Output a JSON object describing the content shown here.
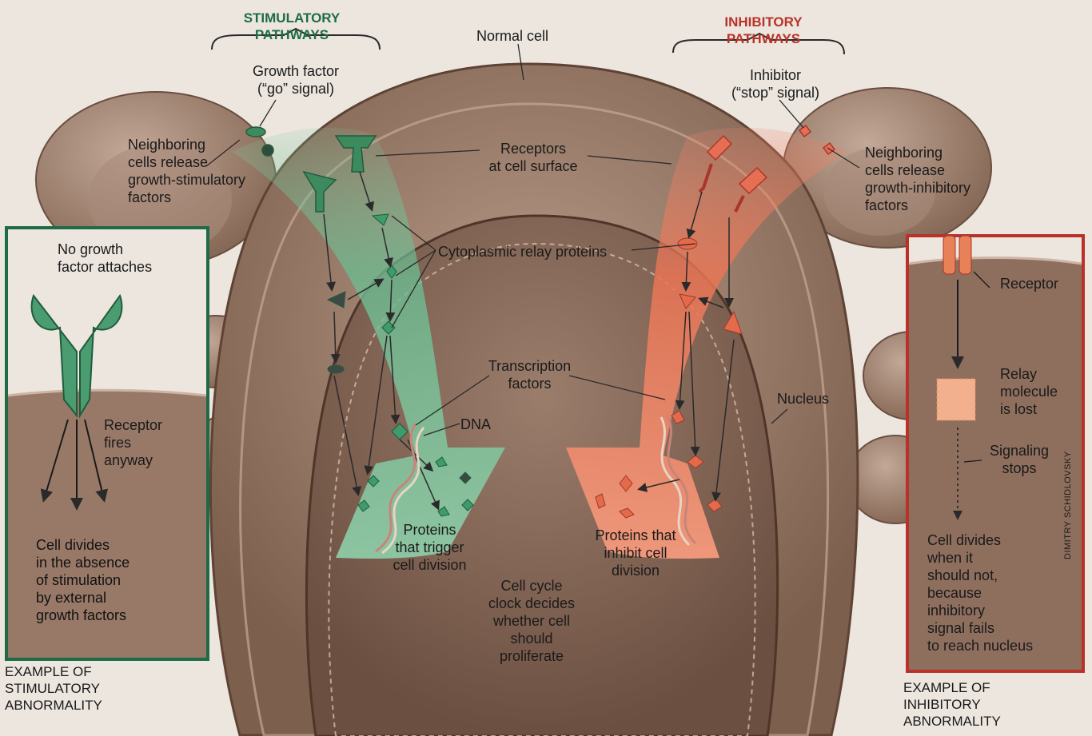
{
  "headings": {
    "stimulatory": "STIMULATORY\nPATHWAYS",
    "inhibitory": "INHIBITORY\nPATHWAYS"
  },
  "labels": {
    "normal_cell": "Normal cell",
    "growth_factor": "Growth factor\n(“go” signal)",
    "inhibitor": "Inhibitor\n(“stop” signal)",
    "neighboring_stim": "Neighboring\ncells release\ngrowth-stimulatory\nfactors",
    "neighboring_inhib": "Neighboring\ncells release\ngrowth-inhibitory\nfactors",
    "receptors_surface": "Receptors\nat cell surface",
    "relay_proteins": "Cytoplasmic relay proteins",
    "transcription_factors": "Transcription\nfactors",
    "dna": "DNA",
    "nucleus": "Nucleus",
    "proteins_trigger": "Proteins\nthat trigger\ncell division",
    "proteins_inhibit": "Proteins that\ninhibit cell\ndivision",
    "cell_cycle_clock": "Cell cycle\nclock decides\nwhether cell\nshould\nproliferate"
  },
  "left_inset": {
    "no_growth": "No growth\nfactor attaches",
    "receptor_fires": "Receptor\nfires\nanyway",
    "cell_divides": "Cell divides\nin the absence\nof stimulation\nby external\ngrowth factors",
    "caption": "EXAMPLE OF\nSTIMULATORY\nABNORMALITY"
  },
  "right_inset": {
    "receptor": "Receptor",
    "relay_lost": "Relay\nmolecule\nis lost",
    "signaling_stops": "Signaling\nstops",
    "cell_divides": "Cell divides\nwhen it\nshould not,\nbecause\ninhibitory\nsignal fails\nto reach nucleus",
    "caption": "EXAMPLE OF\nINHIBITORY\nABNORMALITY"
  },
  "credit": "DIMITRY SCHIDLOVSKY",
  "colors": {
    "green": "#4f9a70",
    "red": "#e46a4c",
    "cell": "#9d7f6c",
    "inset_border": "#1f6b45",
    "inset_border_red": "#b8322a"
  }
}
